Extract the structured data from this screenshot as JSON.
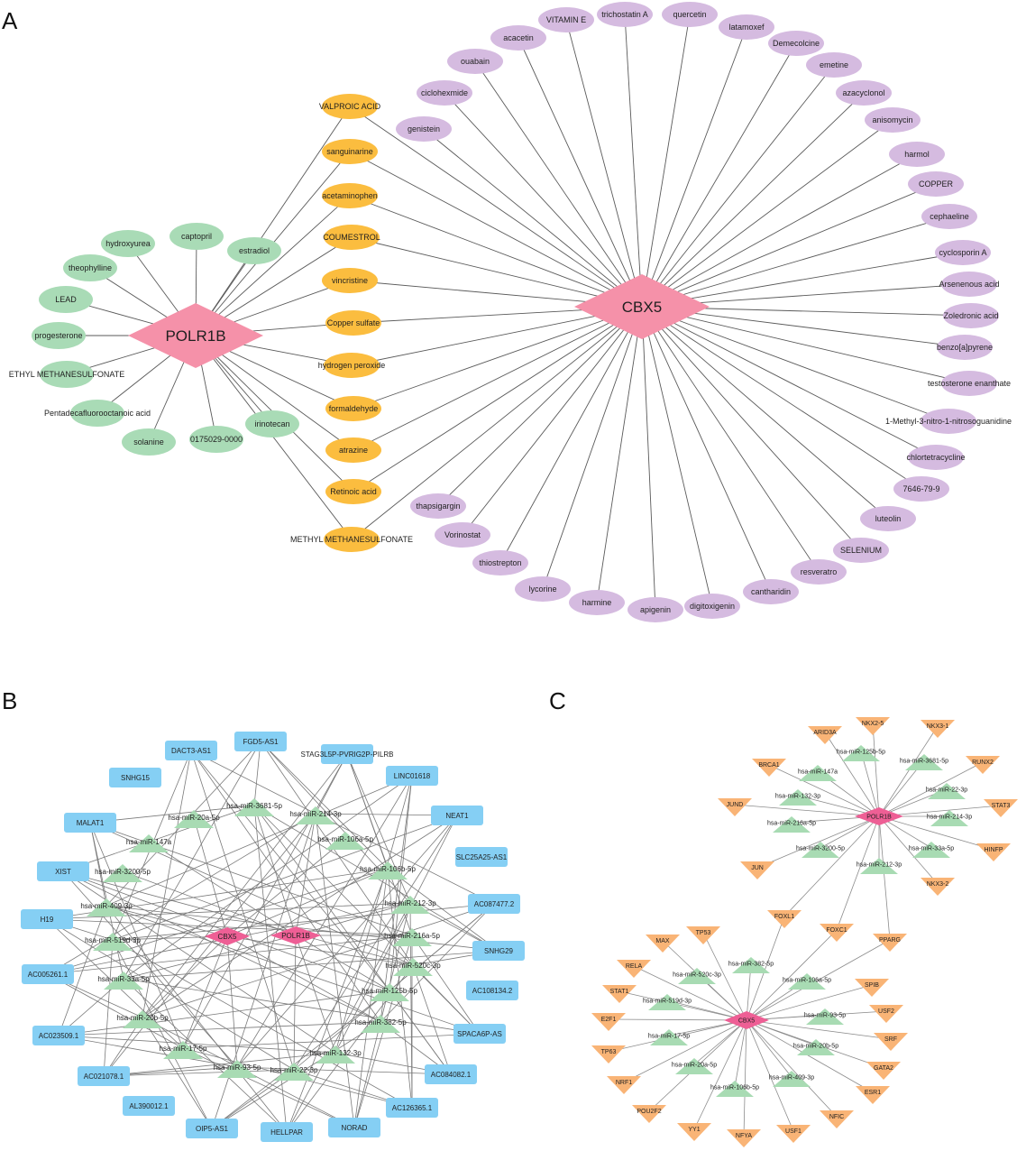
{
  "panels": {
    "a": {
      "letter": "A",
      "hubs": [
        "POLR1B",
        "CBX5"
      ],
      "shared_drugs": [
        "VALPROIC ACID",
        "sanguinarine",
        "acetaminophen",
        "COUMESTROL",
        "vincristine",
        "Copper sulfate",
        "hydrogen peroxide",
        "formaldehyde",
        "atrazine",
        "Retinoic acid",
        "METHYL METHANESULFONATE"
      ],
      "polr1b_drugs": [
        "captopril",
        "hydroxyurea",
        "estradiol",
        "theophylline",
        "LEAD",
        "progesterone",
        "ETHYL METHANESULFONATE",
        "Pentadecafluorooctanoic acid",
        "solanine",
        "0175029-0000",
        "irinotecan"
      ],
      "cbx5_drugs": [
        "genistein",
        "ciclohexmide",
        "ouabain",
        "acacetin",
        "VITAMIN E",
        "trichostatin A",
        "quercetin",
        "latamoxef",
        "Demecolcine",
        "emetine",
        "azacyclonol",
        "anisomycin",
        "harmol",
        "COPPER",
        "cephaeline",
        "cyclosporin A",
        "Arsenenous acid",
        "Zoledronic acid",
        "benzo[a]pyrene",
        "testosterone enanthate",
        "1-Methyl-3-nitro-1-nitrosoguanidine",
        "chlortetracycline",
        "7646-79-9",
        "luteolin",
        "SELENIUM",
        "resveratro",
        "cantharidin",
        "digitoxigenin",
        "apigenin",
        "harmine",
        "lycorine",
        "thiostrepton",
        "Vorinostat",
        "thapsigargin"
      ]
    },
    "b": {
      "letter": "B",
      "hubs": [
        "CBX5",
        "POLR1B"
      ],
      "lncrnas": [
        "DACT3-AS1",
        "FGD5-AS1",
        "STAG3L5P-PVRIG2P-PILRB",
        "SNHG15",
        "LINC01618",
        "MALAT1",
        "NEAT1",
        "XIST",
        "SLC25A25-AS1",
        "H19",
        "AC087477.2",
        "SNHG29",
        "AC005261.1",
        "AC108134.2",
        "AC023509.1",
        "SPACA6P-AS",
        "AC021078.1",
        "AC084082.1",
        "AL390012.1",
        "AC126365.1",
        "OIP5-AS1",
        "HELLPAR",
        "NORAD"
      ],
      "polr1b_mirnas": [
        "hsa-miR-125b-5p",
        "hsa-miR-3681-5p",
        "hsa-miR-147a",
        "hsa-miR-22-3p",
        "hsa-miR-132-3p",
        "hsa-miR-216a-5p",
        "hsa-miR-214-3p",
        "hsa-miR-3200-5p",
        "hsa-miR-33a-5p",
        "hsa-miR-212-3p"
      ],
      "cbx5_mirnas": [
        "hsa-miR-382-5p",
        "hsa-miR-520c-3p",
        "hsa-miR-106a-5p",
        "hsa-miR-519d-3p",
        "hsa-miR-93-5p",
        "hsa-miR-17-5p",
        "hsa-miR-20b-5p",
        "hsa-miR-20a-5p",
        "hsa-miR-409-3p",
        "hsa-miR-106b-5p"
      ]
    },
    "c": {
      "letter": "C",
      "hubs": [
        "POLR1B",
        "CBX5"
      ],
      "polr1b_mirnas": [
        "hsa-miR-125b-5p",
        "hsa-miR-3681-5p",
        "hsa-miR-147a",
        "hsa-miR-22-3p",
        "hsa-miR-132-3p",
        "hsa-miR-216a-5p",
        "hsa-miR-214-3p",
        "hsa-miR-3200-5p",
        "hsa-miR-33a-5p",
        "hsa-miR-212-3p"
      ],
      "polr1b_tfs": [
        "ARID3A",
        "NKX2-5",
        "NKX3-1",
        "BRCA1",
        "RUNX2",
        "JUND",
        "STAT3",
        "HINFP",
        "JUN",
        "NKX3-2"
      ],
      "shared_tfs": [
        "FOXL1",
        "FOXC1",
        "PPARG"
      ],
      "cbx5_mirnas": [
        "hsa-miR-382-5p",
        "hsa-miR-520c-3p",
        "hsa-miR-106a-5p",
        "hsa-miR-519d-3p",
        "hsa-miR-93-5p",
        "hsa-miR-17-5p",
        "hsa-miR-20b-5p",
        "hsa-miR-20a-5p",
        "hsa-miR-409-3p",
        "hsa-miR-106b-5p"
      ],
      "cbx5_tfs": [
        "MAX",
        "TP53",
        "RELA",
        "SPIB",
        "STAT1",
        "USF2",
        "E2F1",
        "SRF",
        "TP63",
        "GATA2",
        "NRF1",
        "ESR1",
        "POU2F2",
        "NFIC",
        "YY1",
        "NFYA",
        "USF1"
      ]
    }
  },
  "colors": {
    "hub_a": "#f591a9",
    "hub_bc": "#ee5f95",
    "shared_drug": "#fbbd3f",
    "polr1b_drug": "#a9dbb6",
    "cbx5_drug": "#d5bbe0",
    "lncrna": "#85cff4",
    "mirna": "#a8dbb3",
    "tf": "#f9b476",
    "edge_a": "#5a5a5a",
    "edge_b": "#7a7a7a",
    "edge_c": "#8c8c8c"
  }
}
